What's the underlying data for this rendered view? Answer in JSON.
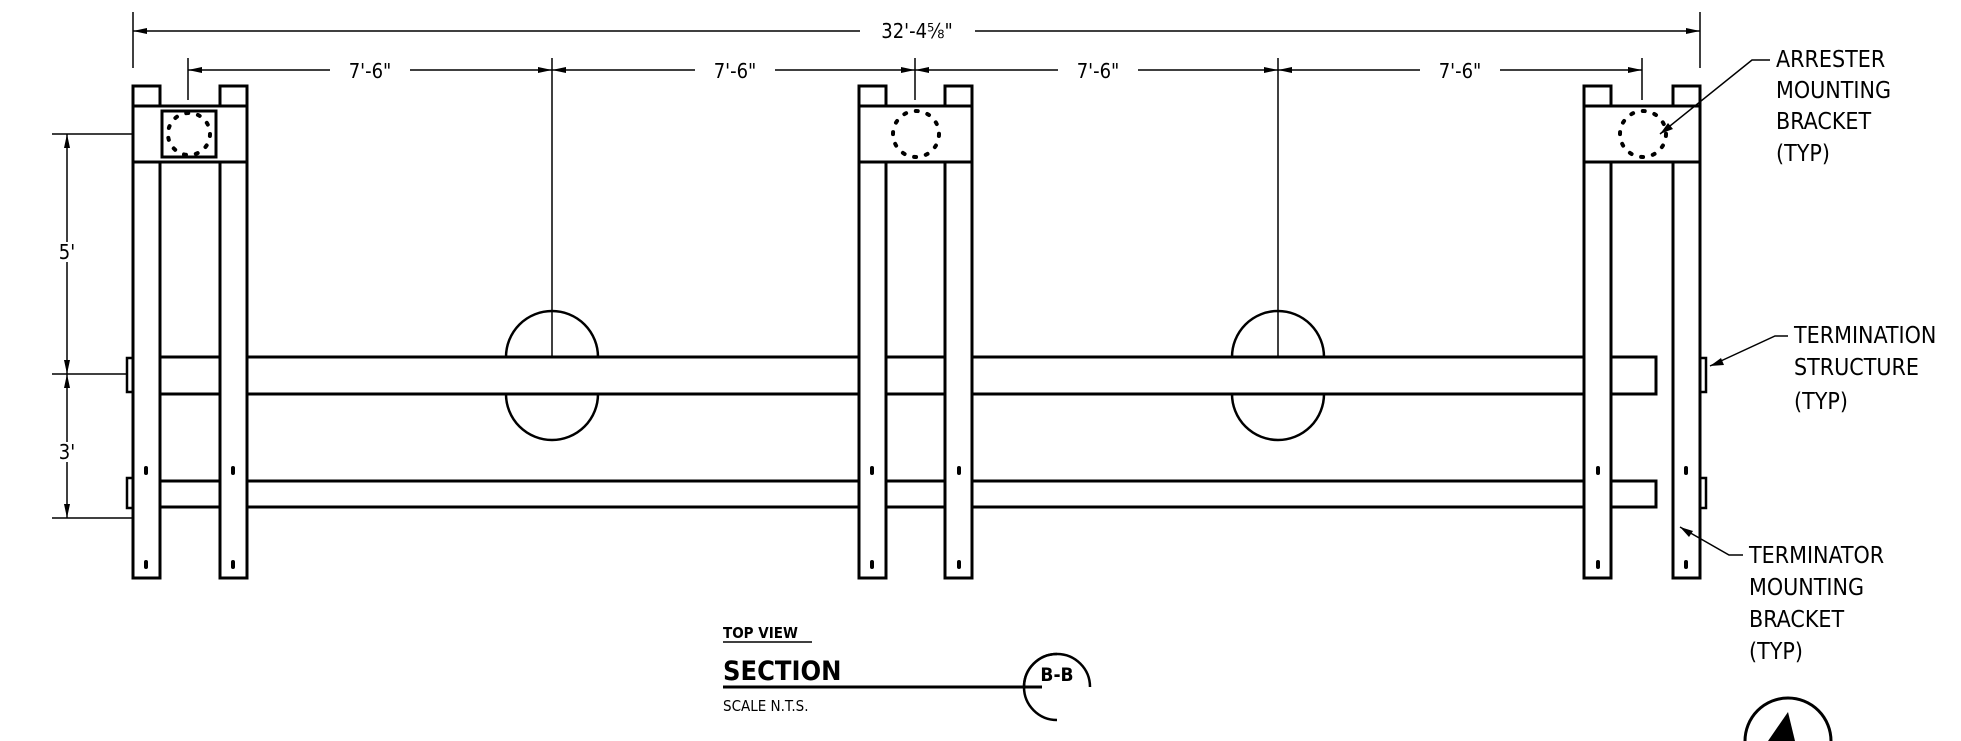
{
  "drawing": {
    "overall_dimension": "32'-4⅝\"",
    "span_dimensions": [
      "7'-6\"",
      "7'-6\"",
      "7'-6\"",
      "7'-6\""
    ],
    "vertical_dimensions": [
      "5'",
      "3'"
    ],
    "callouts": {
      "arrester": [
        "ARRESTER",
        "MOUNTING",
        "BRACKET",
        "(TYP)"
      ],
      "termination_structure": [
        "TERMINATION",
        "STRUCTURE",
        "(TYP)"
      ],
      "terminator": [
        "TERMINATOR",
        "MOUNTING",
        "BRACKET",
        "(TYP)"
      ]
    },
    "title_block": {
      "view": "TOP VIEW",
      "section": "SECTION",
      "scale": "SCALE N.T.S.",
      "section_tag": "B-B"
    }
  }
}
